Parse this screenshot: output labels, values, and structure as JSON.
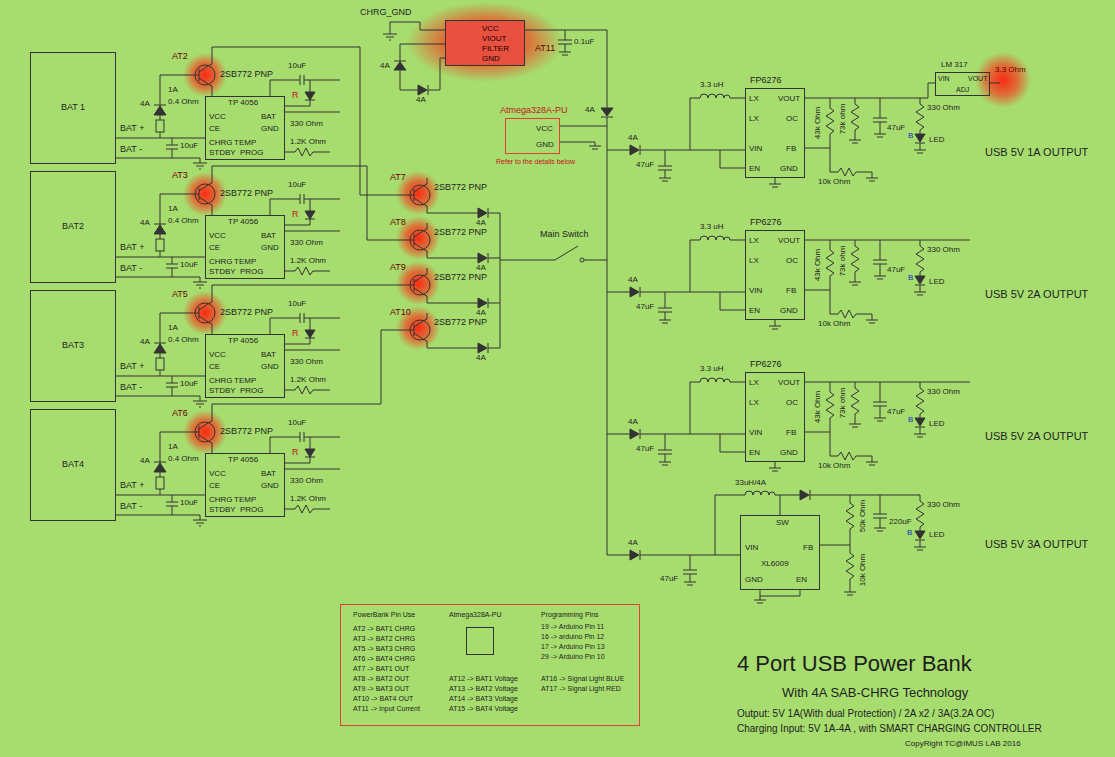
{
  "diagram": {
    "title": "4 Port USB Power Bank",
    "nodes": [
      {
        "text": [
          "BAT 1"
        ]
      },
      {
        "text": [
          "TP 4056",
          "VCC",
          "BAT",
          "CE",
          "GND",
          "CHRG",
          "TEMP",
          "STDBY",
          "PROG"
        ]
      },
      {
        "text": [
          "BAT2"
        ]
      },
      {
        "text": [
          "TP 4056",
          "VCC",
          "BAT",
          "CE",
          "GND",
          "CHRG",
          "TEMP",
          "STDBY",
          "PROG"
        ]
      },
      {
        "text": [
          "BAT3"
        ]
      },
      {
        "text": [
          "TP 4056",
          "VCC",
          "BAT",
          "CE",
          "GND",
          "CHRG",
          "TEMP",
          "STDBY",
          "PROG"
        ]
      },
      {
        "text": [
          "BAT4"
        ]
      },
      {
        "text": [
          "TP 4056",
          "VCC",
          "BAT",
          "CE",
          "GND",
          "CHRG",
          "TEMP",
          "STDBY",
          "PROG"
        ]
      },
      {
        "text": [
          "VCC",
          "VIOUT",
          "FILTER",
          "GND"
        ]
      },
      {
        "text": [
          "Atmega328A-PU",
          "VCC",
          "GND"
        ]
      },
      {
        "text": [
          "FP6276",
          "LX",
          "LX",
          "VIN",
          "EN",
          "VOUT",
          "OC",
          "FB",
          "GND"
        ]
      },
      {
        "text": [
          "LM 317",
          "VIN",
          "ADJ",
          "VOUT"
        ]
      },
      {
        "text": [
          "FP6276",
          "LX",
          "LX",
          "VIN",
          "EN",
          "VOUT",
          "OC",
          "FB",
          "GND"
        ]
      },
      {
        "text": [
          "FP6276",
          "LX",
          "LX",
          "VIN",
          "EN",
          "VOUT",
          "OC",
          "FB",
          "GND"
        ]
      },
      {
        "text": [
          "SW",
          "VIN",
          "GND",
          "EN",
          "FB",
          "XL6009"
        ]
      },
      {
        "text": [
          "PowerBank Pin Use",
          "AT2 -> BAT1 CHRG",
          "AT3 -> BAT2 CHRG",
          "AT5 -> BAT3 CHRG",
          "AT6 -> BAT4 CHRG",
          "AT7 -> BAT1 OUT",
          "AT8 -> BAT2 OUT",
          "AT9 -> BAT3 OUT",
          "AT10 -> BAT4 OUT",
          "AT11 -> Input Current",
          "Atmega328A-PU",
          "Programming Pins",
          "19 -> Arduino Pin 11",
          "16 -> arduino Pin 12",
          "17 -> Arduino Pin 13",
          "29 -> Arduino Pin 10",
          "AT12 -> BAT1 Voltage",
          "AT13 -> BAT2 Voltage",
          "AT14 -> BAT3 Voltage",
          "AT15 -> BAT4 Voltage",
          "AT16 -> Signal Light BLUE",
          "AT17 -> Signal Light RED"
        ]
      }
    ],
    "edges": [
      {
        "from": 0,
        "to": 1,
        "arrow": "none"
      },
      {
        "from": 2,
        "to": 3,
        "arrow": "none"
      },
      {
        "from": 4,
        "to": 5,
        "arrow": "none"
      },
      {
        "from": 6,
        "to": 7,
        "arrow": "none"
      }
    ],
    "labels": [
      "CHRG_GND",
      "AT11",
      "4A",
      "4A",
      "0.1uF",
      "4A",
      "Main Switch",
      "Refer to the details below",
      "With 4A SAB-CHRG Technology",
      "Output: 5V 1A(With dual Protection) / 2A x2 / 3A(3.2A OC)",
      "Charging Input: 5V 1A-4A , with SMART CHARGING CONTROLLER",
      "CopyRight TC@IMUS LAB 2016",
      "3.3 Ohm",
      "AT7",
      "2SB772 PNP",
      "4A",
      "AT8",
      "2SB772 PNP",
      "4A",
      "AT9",
      "2SB772 PNP",
      "4A",
      "AT10",
      "2SB772 PNP",
      "4A",
      "AT2",
      "2SB772 PNP",
      "4A",
      "1A",
      "0.4 Ohm",
      "BAT +",
      "BAT -",
      "10uF",
      "10uF",
      "R",
      "330 Ohm",
      "1.2K Ohm",
      "AT3",
      "2SB772 PNP",
      "4A",
      "1A",
      "0.4 Ohm",
      "BAT +",
      "BAT -",
      "10uF",
      "10uF",
      "R",
      "330 Ohm",
      "1.2K Ohm",
      "AT5",
      "2SB772 PNP",
      "4A",
      "1A",
      "0.4 Ohm",
      "BAT +",
      "BAT -",
      "10uF",
      "10uF",
      "R",
      "330 Ohm",
      "1.2K Ohm",
      "AT6",
      "2SB772 PNP",
      "4A",
      "1A",
      "0.4 Ohm",
      "BAT +",
      "BAT -",
      "10uF",
      "10uF",
      "R",
      "330 Ohm",
      "1.2K Ohm",
      "4A",
      "47uF",
      "3.3 uH",
      "43k Ohm",
      "73k ohm",
      "10k Ohm",
      "47uF",
      "330 Ohm",
      "B",
      "LED",
      "USB 5V 1A OUTPUT",
      "4A",
      "47uF",
      "3.3 uH",
      "43k Ohm",
      "73k ohm",
      "10k Ohm",
      "47uF",
      "330 Ohm",
      "B",
      "LED",
      "USB 5V 2A OUTPUT",
      "4A",
      "47uF",
      "3.3 uH",
      "43k Ohm",
      "73k ohm",
      "10k Ohm",
      "47uF",
      "330 Ohm",
      "B",
      "LED",
      "USB 5V 2A OUTPUT",
      "4A",
      "47uF",
      "33uH/4A",
      "50k Ohm",
      "10k Ohm",
      "220uF",
      "330 Ohm",
      "B",
      "LED",
      "USB 5V 3A OUTPUT"
    ]
  }
}
